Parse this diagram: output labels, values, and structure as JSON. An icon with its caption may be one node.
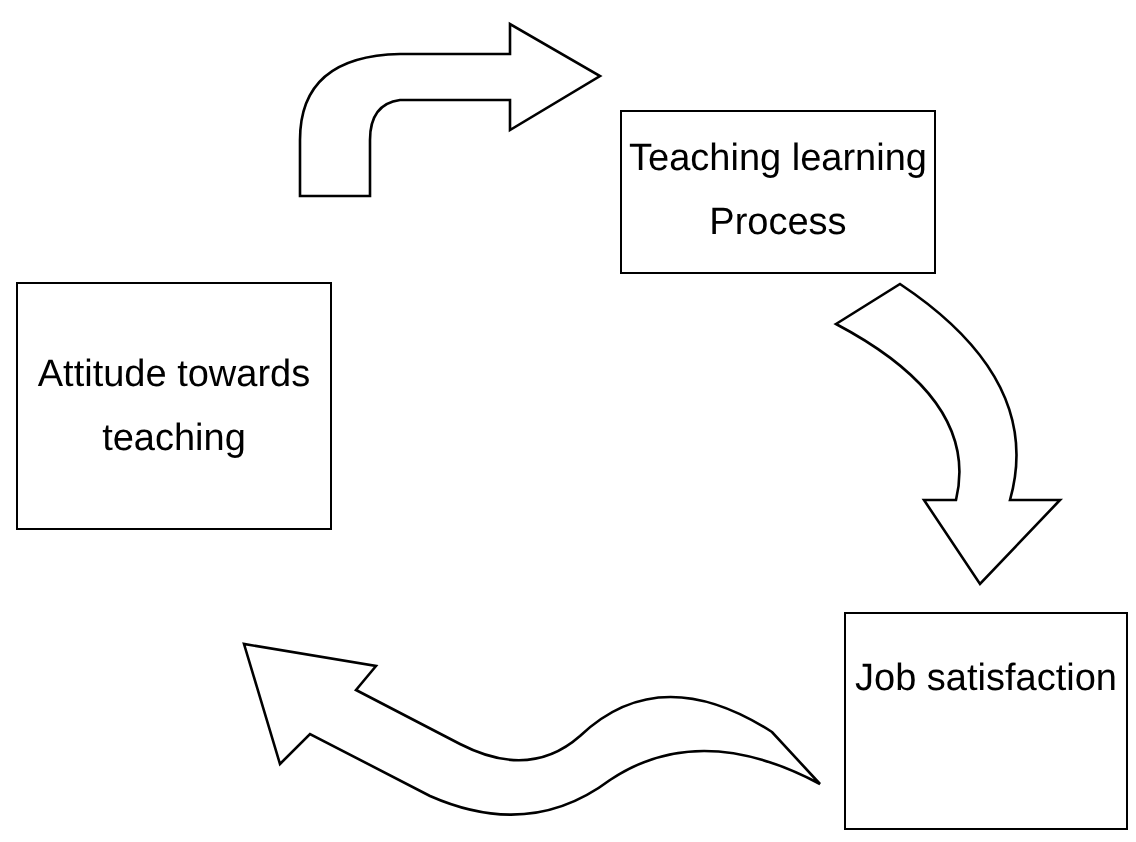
{
  "diagram": {
    "nodes": [
      {
        "text": [
          "Teaching learning Process"
        ]
      },
      {
        "text": [
          "Attitude towards teaching"
        ]
      },
      {
        "text": [
          "Job satisfaction"
        ]
      }
    ],
    "edges": [
      {
        "from": 1,
        "to": 0,
        "arrow": "to"
      },
      {
        "from": 0,
        "to": 2,
        "arrow": "to"
      },
      {
        "from": 2,
        "to": 1,
        "arrow": "to"
      }
    ]
  }
}
